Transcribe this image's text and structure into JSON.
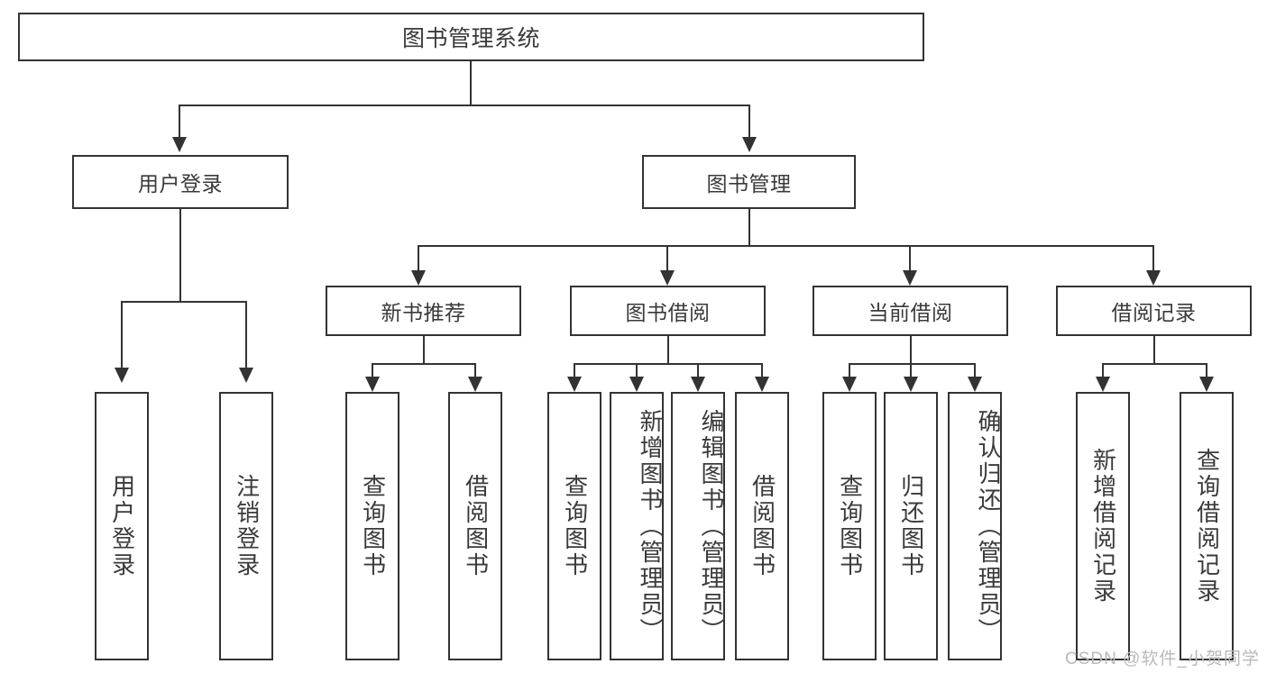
{
  "diagram": {
    "title": "图书管理系统",
    "root": {
      "label": "图书管理系统"
    },
    "level2": [
      {
        "label": "用户登录"
      },
      {
        "label": "图书管理"
      }
    ],
    "level3": [
      {
        "label": "新书推荐"
      },
      {
        "label": "图书借阅"
      },
      {
        "label": "当前借阅"
      },
      {
        "label": "借阅记录"
      }
    ],
    "leaves": {
      "user_login": [
        {
          "label": "用户登录"
        },
        {
          "label": "注销登录"
        }
      ],
      "new_book_recommend": [
        {
          "label": "查询图书"
        },
        {
          "label": "借阅图书"
        }
      ],
      "book_borrow": [
        {
          "label": "查询图书"
        },
        {
          "label": "新增图书（管理员）"
        },
        {
          "label": "编辑图书（管理员）"
        },
        {
          "label": "借阅图书"
        }
      ],
      "current_borrow": [
        {
          "label": "查询图书"
        },
        {
          "label": "归还图书"
        },
        {
          "label": "确认归还（管理员）"
        }
      ],
      "borrow_record": [
        {
          "label": "新增借阅记录"
        },
        {
          "label": "查询借阅记录"
        }
      ]
    }
  },
  "watermark": {
    "text": "CSDN @软件_小贺同学"
  },
  "colors": {
    "stroke": "#333333",
    "text": "#3a3a3a",
    "background": "#ffffff",
    "watermark": "#b9b9b9"
  }
}
